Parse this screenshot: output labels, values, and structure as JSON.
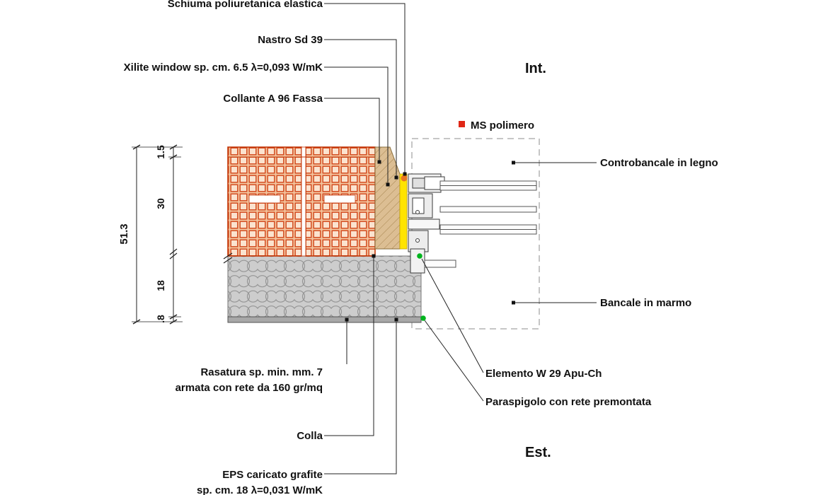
{
  "labels": {
    "schiuma": "Schiuma poliuretanica elastica",
    "nastro": "Nastro Sd 39",
    "xilite": "Xilite window sp. cm. 6.5  λ=0,093 W/mK",
    "collante": "Collante A 96 Fassa",
    "ms_polimero": "MS polimero",
    "controbancale": "Controbancale in legno",
    "bancale": "Bancale in marmo",
    "elemento": "Elemento W 29 Apu-Ch",
    "paraspigolo": "Paraspigolo con rete premontata",
    "colla": "Colla",
    "eps_line1": "EPS caricato grafite",
    "eps_line2": "sp. cm. 18  λ=0,031 W/mK",
    "rasatura_line1": "Rasatura sp. min. mm. 7",
    "rasatura_line2": "armata con rete da 160 gr/mq",
    "interior": "Int.",
    "exterior": "Est."
  },
  "dimensions": {
    "total": "51.3",
    "top_course": "1.5",
    "wall": "30",
    "eps": "18",
    "render": ".8"
  },
  "colors": {
    "brick_red": "#d14418",
    "brick_fill": "#fbe3cf",
    "xilite_tan": "#dcbe93",
    "sd_tape_yellow": "#ffe400",
    "eps_gray": "#cdcdcd",
    "marker_green": "#00b41e",
    "legend_red": "#e02716",
    "foam_orange": "#e87722"
  }
}
